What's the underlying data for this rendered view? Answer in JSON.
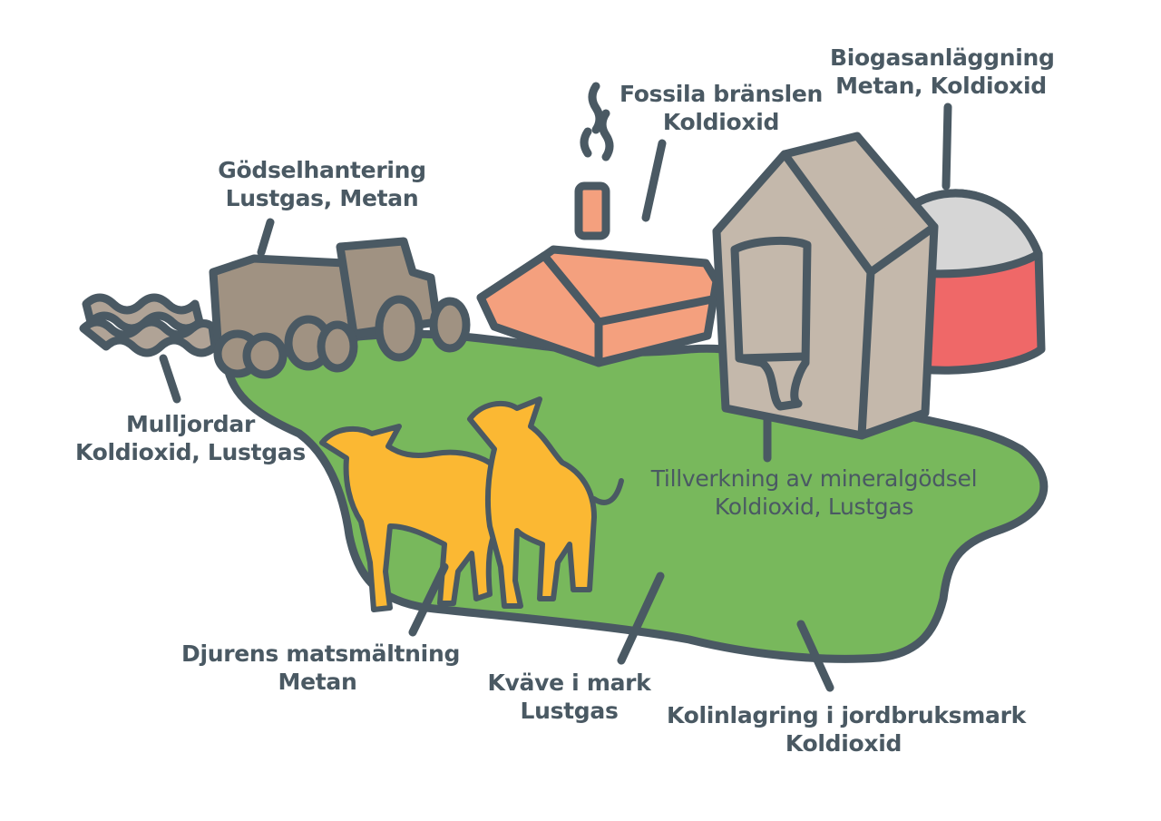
{
  "colors": {
    "outline": "#4a5963",
    "field": "#78b85c",
    "barn": "#f4a07e",
    "tower": "#c4b8ab",
    "tank_top": "#d6d6d6",
    "tank_body": "#ef6868",
    "tractor": "#a09282",
    "soil": "#b0a396",
    "cow": "#fbb833",
    "text": "#4a5963"
  },
  "labels": {
    "manure": {
      "source": "Gödselhantering",
      "gases": "Lustgas, Metan"
    },
    "fossil": {
      "source": "Fossila bränslen",
      "gases": "Koldioxid"
    },
    "biogas": {
      "source": "Biogasanläggning",
      "gases": "Metan, Koldioxid"
    },
    "organic_soils": {
      "source": "Mulljordar",
      "gases": "Koldioxid, Lustgas"
    },
    "fertilizer": {
      "source": "Tillverkning av mineralgödsel",
      "gases": "Koldioxid, Lustgas"
    },
    "digestion": {
      "source": "Djurens matsmältning",
      "gases": "Metan"
    },
    "nitrogen": {
      "source": "Kväve i mark",
      "gases": "Lustgas"
    },
    "carbon": {
      "source": "Kolinlagring i jordbruksmark",
      "gases": "Koldioxid"
    }
  }
}
